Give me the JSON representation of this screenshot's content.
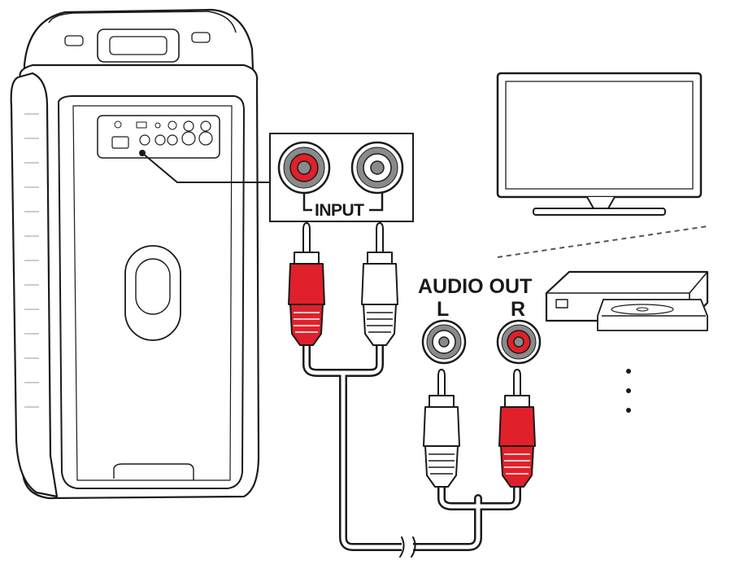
{
  "labels": {
    "input": "INPUT",
    "audio_out": "AUDIO OUT",
    "left": "L",
    "right": "R"
  },
  "colors": {
    "outline": "#1a1a1a",
    "red_plug": "#e0202a",
    "white_plug": "#ffffff",
    "jack_ring": "#8a8a8a",
    "jack_core": "#c9c9c9",
    "speaker_fill": "#ffffff"
  },
  "icons": [
    "speaker-icon",
    "tv-monitor-icon",
    "dvd-player-icon",
    "rca-plug-icon",
    "rca-jack-icon",
    "ellipsis-icon"
  ]
}
